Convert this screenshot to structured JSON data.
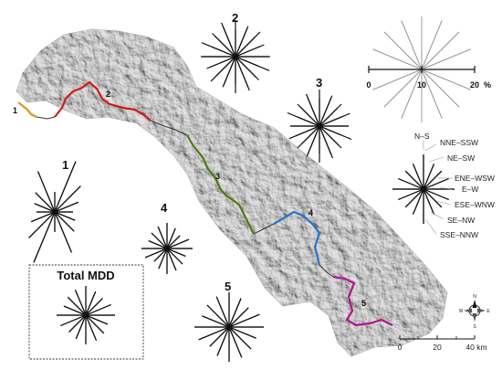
{
  "rose_labels": {
    "r1": "1",
    "r2": "2",
    "r3": "3",
    "r4": "4",
    "r5": "5"
  },
  "segment_labels": {
    "s1": "1",
    "s2": "2",
    "s3": "3",
    "s4": "4",
    "s5": "5"
  },
  "total_box": {
    "title": "Total MDD"
  },
  "reference_rose": {
    "tick_0": "0",
    "tick_10": "10",
    "tick_20": "20",
    "unit": "%"
  },
  "direction_legend": {
    "d1": "N–S",
    "d2": "NNE–SSW",
    "d3": "NE–SW",
    "d4": "ENE–WSW",
    "d5": "E–W",
    "d6": "ESE–WNW",
    "d7": "SE–NW",
    "d8": "SSE–NNW"
  },
  "scale_bar": {
    "t0": "0",
    "t20": "20",
    "t40": "40 km"
  },
  "north_arrow": {
    "n": "N",
    "s": "S",
    "e": "E",
    "w": "W"
  },
  "colors": {
    "segment_1": "#e09a2a",
    "segment_2": "#d01a1a",
    "segment_3": "#4f7a12",
    "segment_4": "#2a72c8",
    "segment_5": "#b0128f",
    "relief": "#c8c8c8"
  }
}
